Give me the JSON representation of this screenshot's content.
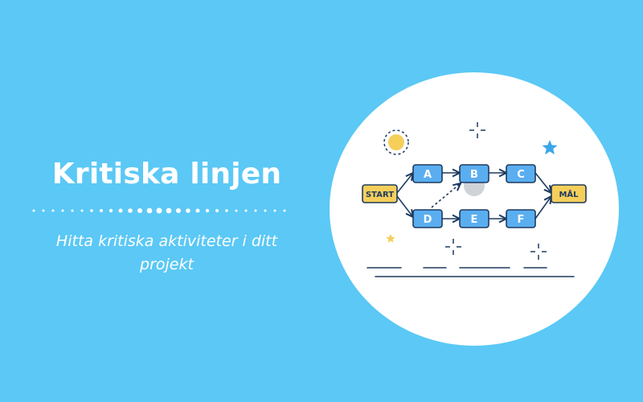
{
  "banner": {
    "title": "Kritiska linjen",
    "subtitle_line1": "Hitta kritiska aktiviteter i ditt",
    "subtitle_line2": "projekt"
  },
  "diagram": {
    "start_label": "START",
    "goal_label": "MÅL",
    "nodes": {
      "a": "A",
      "b": "B",
      "c": "C",
      "d": "D",
      "e": "E",
      "f": "F"
    }
  },
  "colors": {
    "background": "#5bc8f5",
    "node_fill": "#5aaef0",
    "node_stroke": "#1e3a5f",
    "terminal_fill": "#f5cf5a",
    "star_blue": "#3aa6e8",
    "star_yellow": "#f5cf5a"
  }
}
